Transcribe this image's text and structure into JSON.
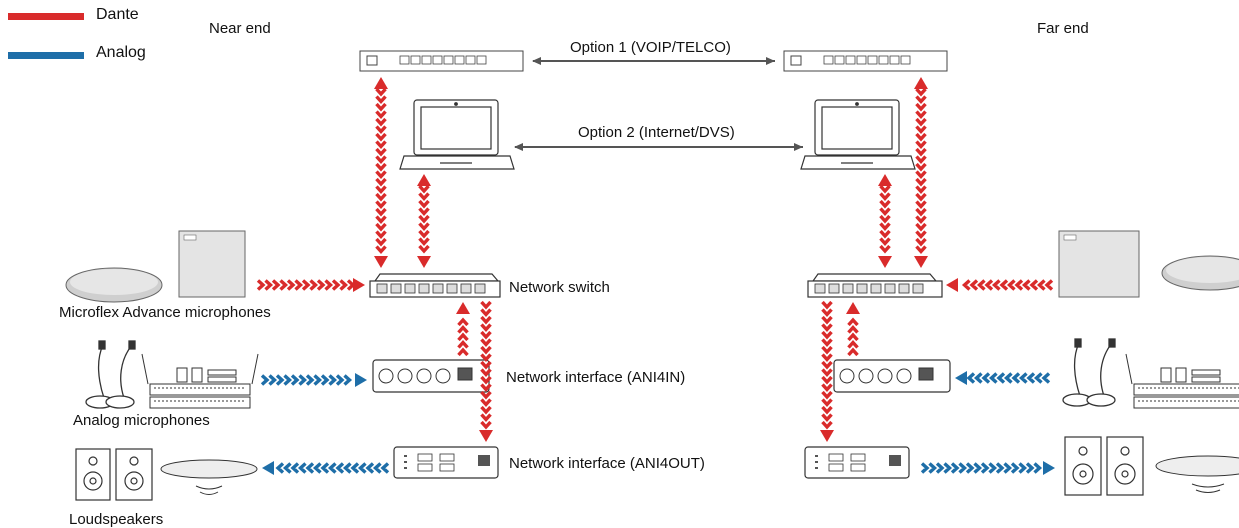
{
  "legend": {
    "items": [
      {
        "label": "Dante",
        "color": "#d92b2b"
      },
      {
        "label": "Analog",
        "color": "#1e6ea8"
      }
    ]
  },
  "labels": {
    "near_end": "Near end",
    "far_end": "Far end",
    "option1": "Option 1 (VOIP/TELCO)",
    "option2": "Option 2 (Internet/DVS)",
    "network_switch": "Network switch",
    "microflex": "Microflex Advance microphones",
    "analog_mics": "Analog microphones",
    "ani4in": "Network interface (ANI4IN)",
    "ani4out": "Network interface (ANI4OUT)",
    "loudspeakers": "Loudspeakers"
  },
  "colors": {
    "dante": "#d92b2b",
    "analog": "#1e6ea8",
    "device_stroke": "#333333",
    "link": "#555555"
  }
}
